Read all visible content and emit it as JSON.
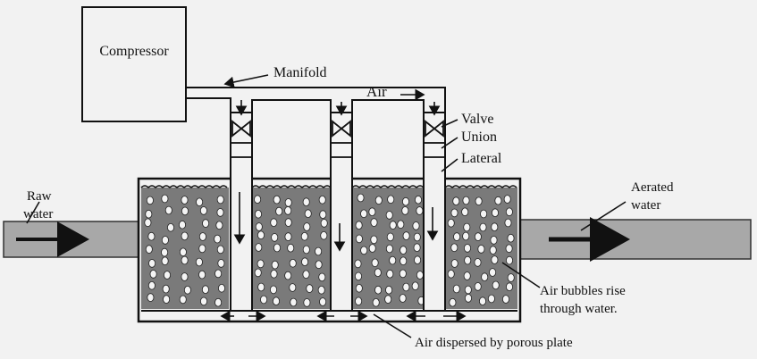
{
  "labels": {
    "compressor": "Compressor",
    "manifold": "Manifold",
    "air": "Air",
    "valve": "Valve",
    "union": "Union",
    "lateral": "Lateral",
    "raw_water_1": "Raw",
    "raw_water_2": "water",
    "aerated_water_1": "Aerated",
    "aerated_water_2": "water",
    "bubbles_1": "Air bubbles rise",
    "bubbles_2": "through water.",
    "porous_plate": "Air dispersed by porous plate"
  },
  "colors": {
    "ink": "#111111",
    "paper": "#f2f2f2",
    "water": "#a8a8a8",
    "tank_fill": "#7a7a7a",
    "bubble_fill": "#f4f4f4"
  }
}
